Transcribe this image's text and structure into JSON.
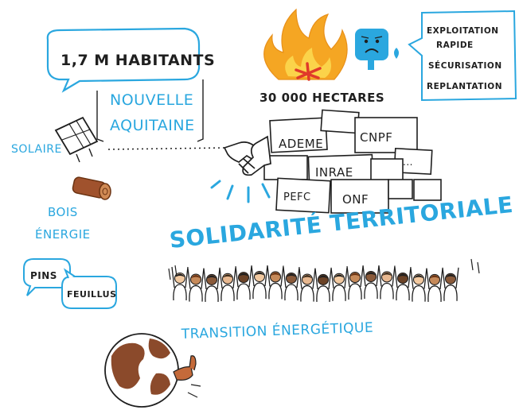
{
  "colors": {
    "blue": "#2aa7df",
    "ink": "#1f1f1f",
    "fire_orange": "#f5a623",
    "fire_red": "#e03a2a",
    "wood": "#a0522d",
    "earth": "#8b4a2b",
    "skin": "#c46a3a"
  },
  "population": {
    "count": "1,7 M HABITANTS",
    "region_line1": "NOUVELLE",
    "region_line2": "AQUITAINE"
  },
  "energy": {
    "solar": "SOLAIRE",
    "wood_line1": "BOIS",
    "wood_line2": "ÉNERGIE",
    "pines": "PINS",
    "hardwoods": "FEUILLUS"
  },
  "fire": {
    "area": "30 000 HECTARES",
    "actions": [
      "EXPLOITATION",
      "RAPIDE",
      "SÉCURISATION",
      "REPLANTATION"
    ]
  },
  "partners": [
    "ADEME",
    "CNPF",
    "INRAE",
    "PEFC",
    "ONF",
    "..."
  ],
  "banner": {
    "solidarity": "SOLIDARITÉ TERRITORIALE !",
    "transition": "TRANSITION ÉNERGÉTIQUE"
  },
  "icons": {
    "solar_panel": "solar-panel-icon",
    "log": "log-icon",
    "fire": "fire-icon",
    "sad_tree": "sad-tree-icon",
    "handshake": "handshake-icon",
    "crowd": "people-crowd",
    "globe": "globe-icon"
  }
}
